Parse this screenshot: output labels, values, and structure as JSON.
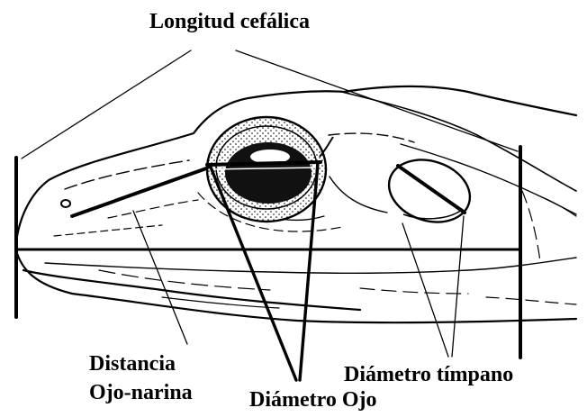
{
  "labels": {
    "longitud_cefalica": "Longitud cefálica",
    "distancia_line1": "Distancia",
    "distancia_line2": "Ojo-narina",
    "diametro_ojo": "Diámetro Ojo",
    "diametro_timpano": "Diámetro tímpano"
  }
}
